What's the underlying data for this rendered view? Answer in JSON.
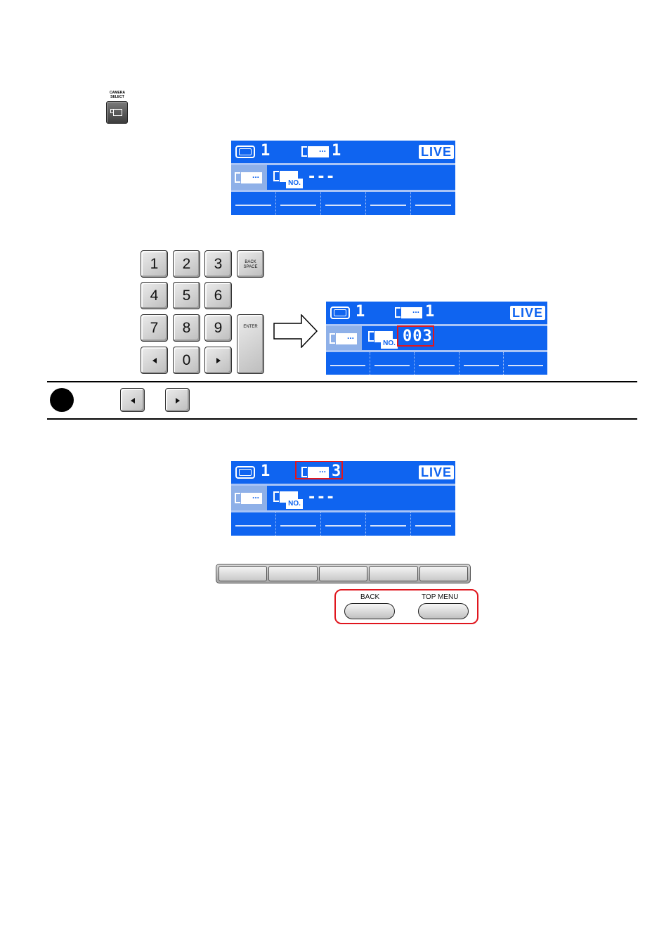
{
  "camera_select_key": {
    "label_line1": "CAMERA",
    "label_line2": "SELECT",
    "icon": "camera-outline-icon"
  },
  "lcd_initial": {
    "monitor_number": "1",
    "camera_number": "1",
    "mode_badge": "LIVE",
    "camera_no_value": "---",
    "selected_menu_icon": "camera-icon",
    "no_icon_label": "NO."
  },
  "keypad": {
    "keys": [
      "1",
      "2",
      "3",
      "4",
      "5",
      "6",
      "7",
      "8",
      "9",
      "0"
    ],
    "backspace_line1": "BACK",
    "backspace_line2": "SPACE",
    "enter_label": "ENTER",
    "left_key_icon": "arrow-left-icon",
    "right_key_icon": "arrow-right-icon"
  },
  "lcd_entered": {
    "monitor_number": "1",
    "camera_number": "1",
    "mode_badge": "LIVE",
    "camera_no_value": "003",
    "no_icon_label": "NO."
  },
  "note": {
    "icon": "note-bullet-icon",
    "left_key_icon": "arrow-left-icon",
    "right_key_icon": "arrow-right-icon"
  },
  "lcd_result": {
    "monitor_number": "1",
    "camera_number": "3",
    "mode_badge": "LIVE",
    "camera_no_value": "---",
    "no_icon_label": "NO."
  },
  "function_keys": {
    "count": 5,
    "back_label": "BACK",
    "top_menu_label": "TOP MENU"
  },
  "colors": {
    "lcd_blue": "#0f64f0",
    "highlight_red": "#e0161e"
  }
}
